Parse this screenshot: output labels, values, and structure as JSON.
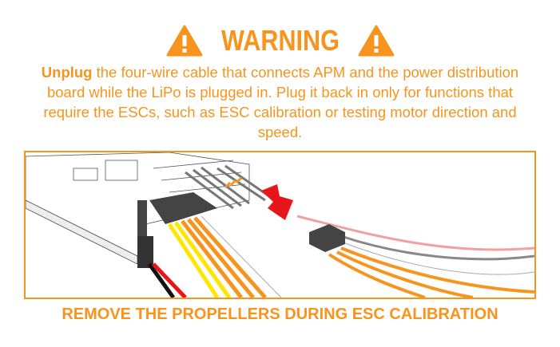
{
  "header": {
    "title": "WARNING",
    "icon": "warning-triangle-icon"
  },
  "message": {
    "emphasis": "Unplug",
    "text": " the four-wire cable that connects APM and the power distribution board while the LiPo is plugged in. Plug it back in only for functions that require the ESCs, such as ESC calibration or testing motor direction and speed."
  },
  "footer": {
    "text": "REMOVE THE PROPELLERS DURING ESC CALIBRATION"
  },
  "colors": {
    "accent": "#f7941d",
    "arrow": "#e8161b"
  }
}
